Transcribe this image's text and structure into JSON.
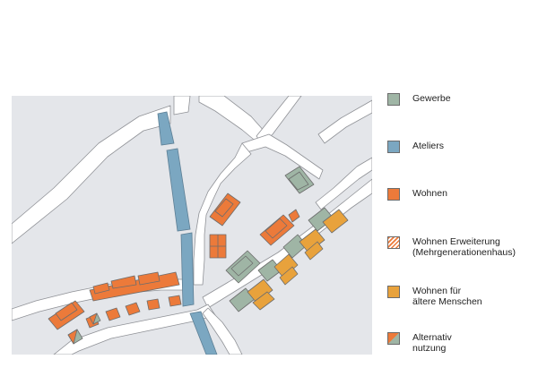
{
  "legend": {
    "items": [
      {
        "key": "gewerbe",
        "label": "Gewerbe",
        "color": "#9fb5a5",
        "pattern": "solid"
      },
      {
        "key": "ateliers",
        "label": "Ateliers",
        "color": "#7ba7c1",
        "pattern": "solid"
      },
      {
        "key": "wohnen",
        "label": "Wohnen",
        "color": "#ec7a3a",
        "pattern": "solid"
      },
      {
        "key": "wohnen-erweiterung",
        "label": "Wohnen Erweiterung\n(Mehrgenerationenhaus)",
        "color": "#ec7a3a",
        "pattern": "hatched"
      },
      {
        "key": "wohnen-aeltere",
        "label": "Wohnen für\nältere Menschen",
        "color": "#e8a23c",
        "pattern": "solid"
      },
      {
        "key": "alternativnutzung",
        "label": "Alternativ\nnutzung",
        "color": "#ec7a3a",
        "pattern": "split-gewerbe"
      }
    ]
  },
  "map": {
    "background_color": "#e4e6ea",
    "road_color": "#ffffff",
    "outline_color": "#6d6d6d"
  }
}
